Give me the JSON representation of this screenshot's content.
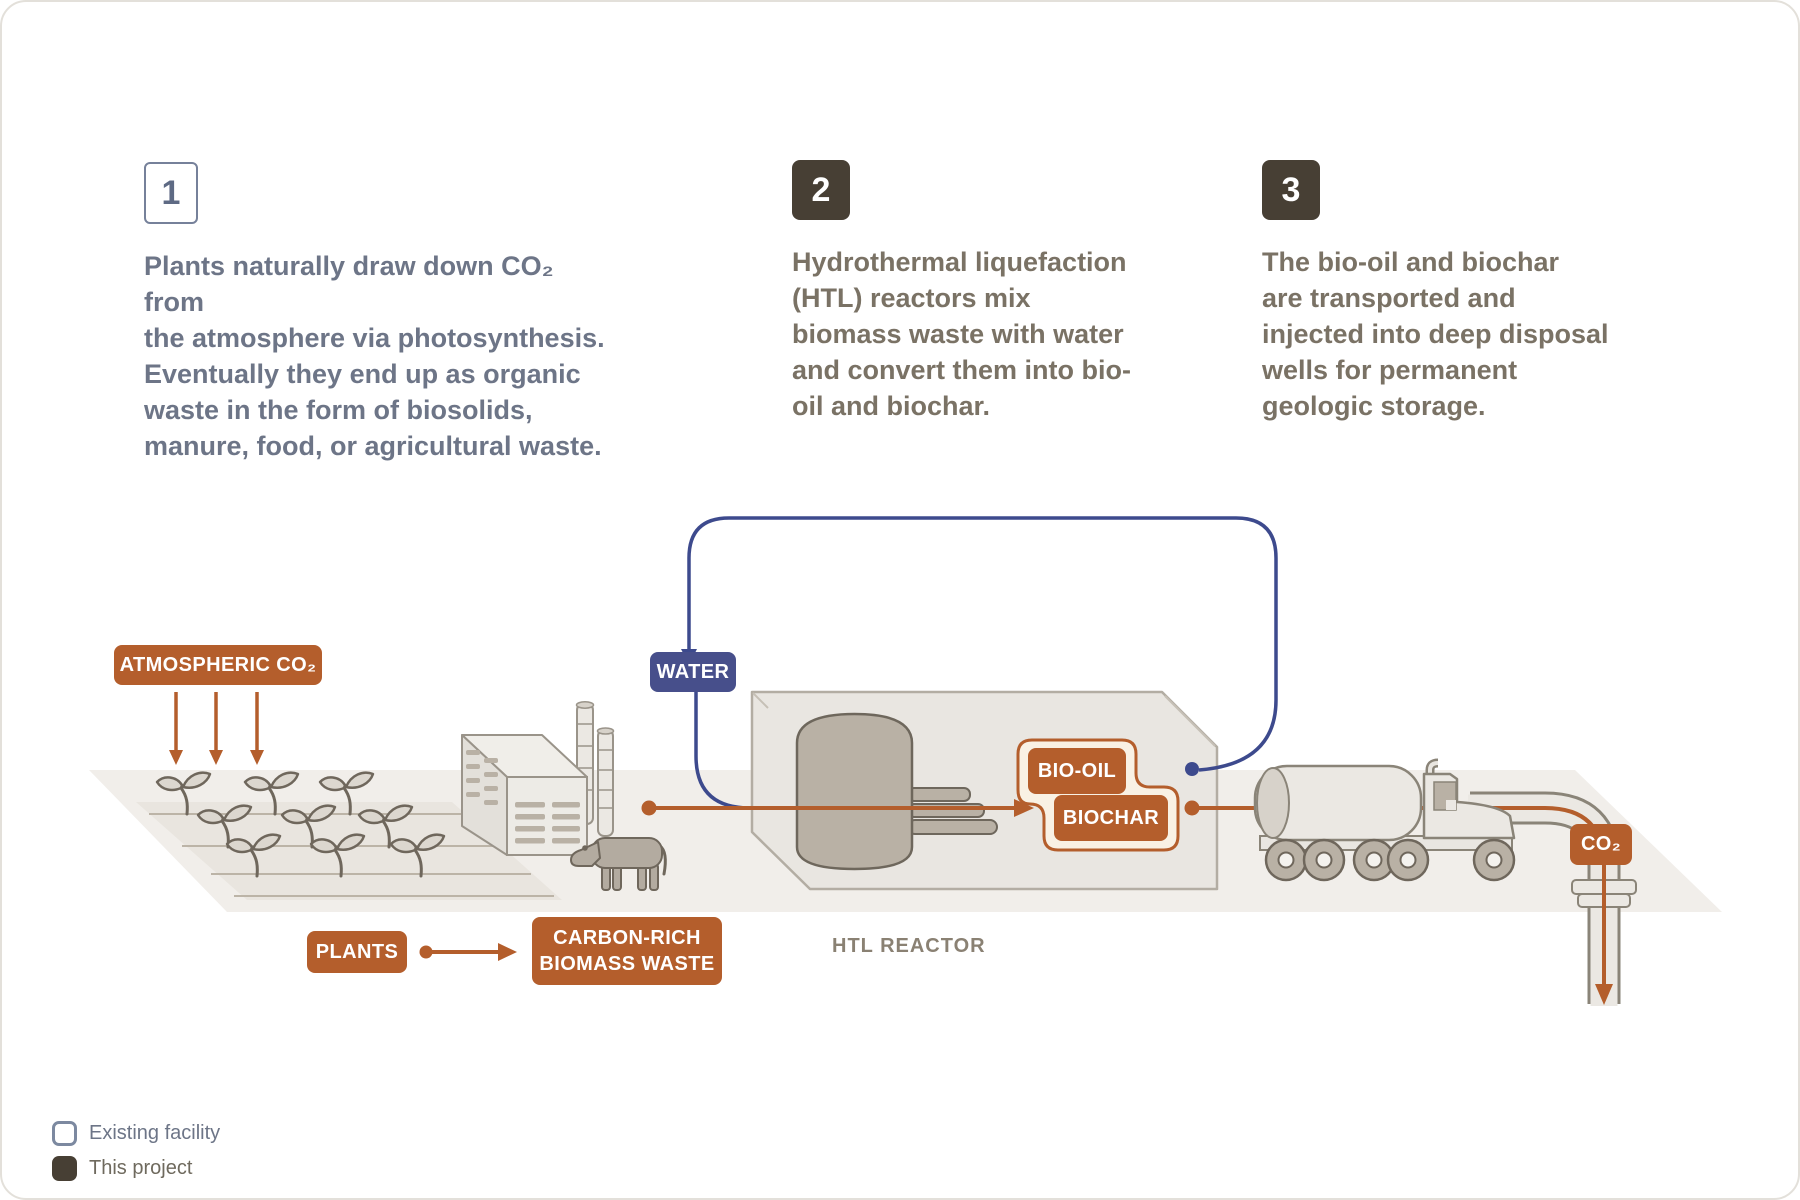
{
  "steps": [
    {
      "number": "1",
      "style": "outline",
      "lines": [
        "Plants naturally draw down CO₂ from",
        "the atmosphere via photosynthesis.",
        "Eventually they end up as organic",
        "waste in the form of biosolids,",
        "manure, food, or agricultural waste."
      ]
    },
    {
      "number": "2",
      "style": "filled",
      "lines": [
        "Hydrothermal liquefaction",
        "(HTL) reactors mix",
        "biomass waste with water",
        "and convert them into bio-",
        "oil and biochar.",
        ""
      ]
    },
    {
      "number": "3",
      "style": "filled",
      "lines": [
        "The bio-oil and biochar",
        "are transported and",
        "injected into deep disposal",
        "wells for permanent",
        "geologic storage.",
        ""
      ]
    }
  ],
  "labels": {
    "atmospheric_co2": "ATMOSPHERIC CO₂",
    "water": "WATER",
    "bio_oil": "BIO-OIL",
    "biochar": "BIOCHAR",
    "plants": "PLANTS",
    "biomass_line1": "CARBON-RICH",
    "biomass_line2": "BIOMASS WASTE",
    "htl_reactor": "HTL REACTOR",
    "co2": "CO₂"
  },
  "legend": [
    {
      "swatch": "outline",
      "label": "Existing facility"
    },
    {
      "swatch": "filled",
      "label": "This project"
    }
  ],
  "icons": {
    "seedling": "seedling-icon",
    "factory": "factory-icon",
    "cow": "cow-icon",
    "reactor": "htl-reactor-icon",
    "tanker_truck": "tanker-truck-icon",
    "disposal_well": "disposal-well-pipe-icon"
  },
  "colors": {
    "orange": "#b45e2c",
    "navy_badge": "#474f8b",
    "blue_line": "#3d4a8d",
    "dark_brown": "#473f34",
    "slate_text": "#6d7587",
    "warm_text": "#7a7265",
    "ground": "#f1eeea",
    "field": "#e9e5df",
    "structure_fill": "#e9e6e1",
    "structure_stroke": "#9a948a",
    "tank_fill": "#b9b1a5",
    "blob_cream": "#f9f1e4"
  }
}
